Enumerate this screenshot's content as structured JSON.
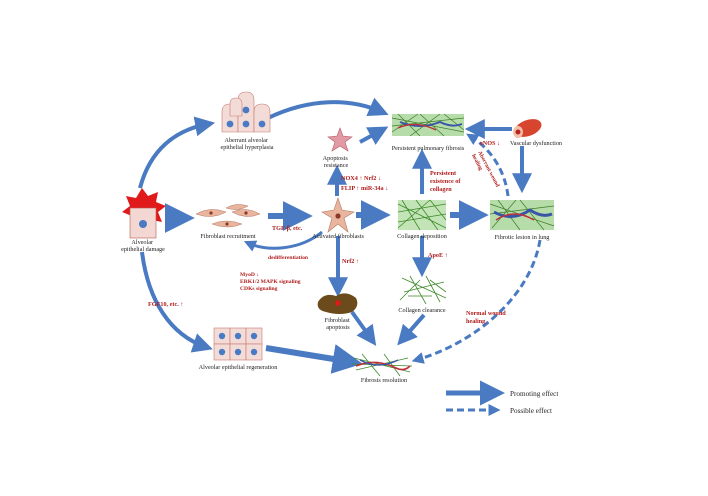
{
  "colors": {
    "arrow": "#4a7ac2",
    "effect_text": "#b01c1c",
    "collagen_green": "#5aa545",
    "lesion_blue": "#3a55a8",
    "fibroblast": "#e9b59e",
    "damage_red": "#e0191b"
  },
  "nodes": {
    "alveolar_damage": "Alveolar\nepithelial  damage",
    "aberrant_hyperplasia": "Aberrant alveolar\nepithelial  hyperplasia",
    "fibroblast_recruitment": "Fibroblast  recruitment",
    "activated_fibroblasts": "Activated fibroblasts",
    "apoptosis_resistance": "Apoptosis\nresistance",
    "persistent_fibrosis": "Persistent pulmonary fibrosis",
    "vascular_dysfunction": "Vascular dysfunction",
    "collagen_deposition": "Collagen deposition",
    "fibrotic_lesion": "Fibrotic lesion in lung",
    "fibroblast_apoptosis": "Fibroblast\napoptosis",
    "collagen_clearance": "Collagen clearance",
    "alveolar_regeneration": "Alveolar epithelial  regeneration",
    "fibrosis_resolution": "Fibrosis resolution"
  },
  "effects": {
    "tgf": "TGF-β, etc.",
    "fgf10": "FGF10, etc. ↑",
    "nox4": "NOX4 ↑  Nrf2 ↓",
    "flip": "FLIP ↑  miR-34a ↓",
    "enos": "eNOS ↓",
    "persistent_collagen": "Persistent\nexistence of\ncollagen",
    "aberrant_wound": "Aberrant wound\nhealing",
    "dedifferentiation": "dedifferentiation",
    "myod": "MyoD ↓\nERK1/2 MAPK signaling\nCDKs signaling",
    "nrf2_up": "Nrf2 ↑",
    "apoe": "ApoE ↑",
    "normal_wound": "Normal  wound\nhealing"
  },
  "legend": {
    "promoting": "Promoting effect",
    "possible": "Possible effect"
  }
}
